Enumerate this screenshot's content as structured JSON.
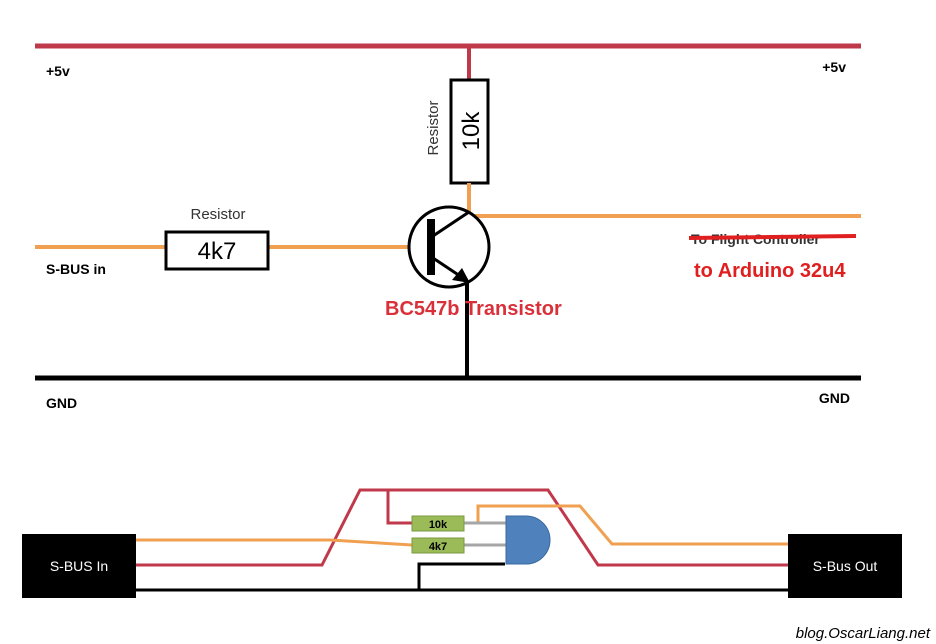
{
  "labels": {
    "vcc_left": "+5v",
    "vcc_right": "+5v",
    "gnd_left": "GND",
    "gnd_right": "GND",
    "sbus_in": "S-BUS in",
    "resistor_label_top": "Resistor",
    "resistor_value_top": "10k",
    "resistor_label_left": "Resistor",
    "resistor_value_left": "4k7",
    "to_flight_controller": "To Flight Controller",
    "to_arduino": "to Arduino 32u4",
    "transistor": "BC547b Transistor"
  },
  "breadboard": {
    "sbus_in_box": "S-BUS In",
    "sbus_out_box": "S-Bus Out",
    "resistor_10k": "10k",
    "resistor_4k7": "4k7"
  },
  "watermark": "blog.OscarLiang.net",
  "colors": {
    "power": "#c0394b",
    "signal": "#f0a050",
    "ground": "#000000",
    "annotation_red": "#e02020",
    "transistor_body": "#4f81bd",
    "resistor_body": "#9bbb59",
    "wire_grey": "#a6a6a6"
  }
}
